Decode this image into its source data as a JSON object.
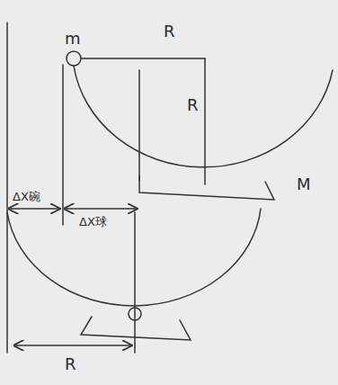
{
  "diagram": {
    "labels": [
      "m",
      "R",
      "R",
      "M",
      "ΔX碗",
      "ΔX球",
      "R"
    ]
  }
}
